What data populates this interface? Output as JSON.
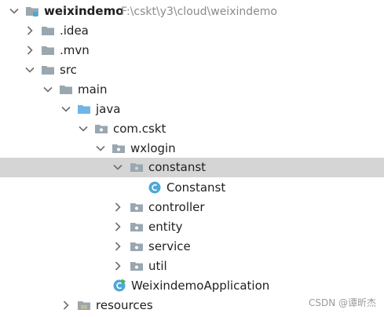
{
  "project": {
    "name": "weixindemo",
    "path": "F:\\cskt\\y3\\cloud\\weixindemo"
  },
  "tree": {
    "idea": ".idea",
    "mvn": ".mvn",
    "src": "src",
    "main": "main",
    "java": "java",
    "com_cskt": "com.cskt",
    "wxlogin": "wxlogin",
    "constanst_pkg": "constanst",
    "constanst_class": "Constanst",
    "controller": "controller",
    "entity": "entity",
    "service": "service",
    "util": "util",
    "app_class": "WeixindemoApplication",
    "resources": "resources"
  },
  "colors": {
    "folder": "#9aa7b0",
    "source_folder": "#6fb5e6",
    "class_icon": "#4ea7d6",
    "selection": "#d5d5d5",
    "run_badge": "#3fb34f"
  },
  "watermark": "CSDN @谭昕杰"
}
